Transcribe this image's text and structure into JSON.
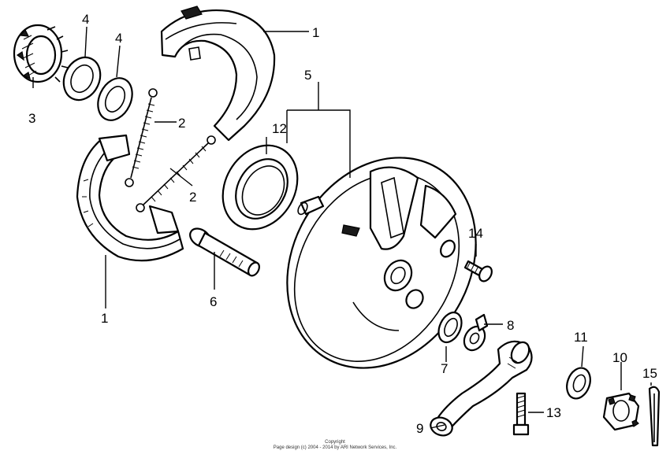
{
  "callouts": {
    "c1_top": "1",
    "c1_bottom": "1",
    "c2_upper": "2",
    "c2_lower": "2",
    "c3": "3",
    "c4_left": "4",
    "c4_right": "4",
    "c5": "5",
    "c6": "6",
    "c7": "7",
    "c8": "8",
    "c9": "9",
    "c10": "10",
    "c11": "11",
    "c12": "12",
    "c13": "13",
    "c14": "14",
    "c15": "15"
  },
  "footer": {
    "line1": "Copyright",
    "line2": "Page design (c) 2004 - 2014 by ARI Network Services, Inc."
  }
}
